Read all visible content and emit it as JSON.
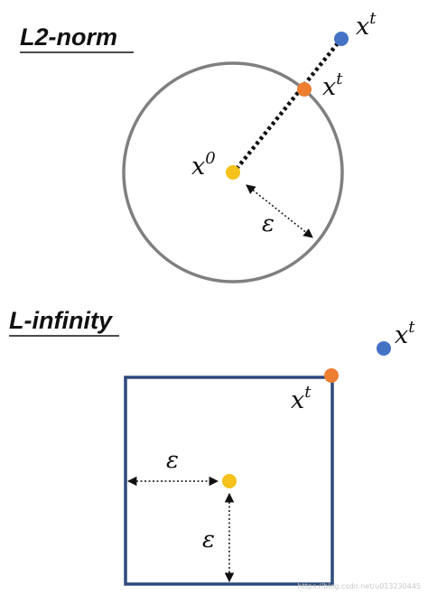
{
  "l2": {
    "title": "L2-norm",
    "label_outside": {
      "base": "x",
      "sup": "t"
    },
    "label_projected": {
      "base": "x",
      "sup": "t"
    },
    "label_center": {
      "base": "x",
      "sup": "0"
    },
    "radius_label": "ε"
  },
  "linf": {
    "title": "L-infinity",
    "label_outside": {
      "base": "x",
      "sup": "t"
    },
    "label_projected": {
      "base": "x",
      "sup": "t"
    },
    "half_width_label": "ε",
    "half_height_label": "ε"
  },
  "watermark": "https://blog.csdn.net/u013230445",
  "colors": {
    "circle": "#7f7f7f",
    "square": "#2e4a7d",
    "center_point": "#f5c21b",
    "projected_point": "#ed7d31",
    "outside_point": "#4472c4",
    "line": "#111111"
  }
}
